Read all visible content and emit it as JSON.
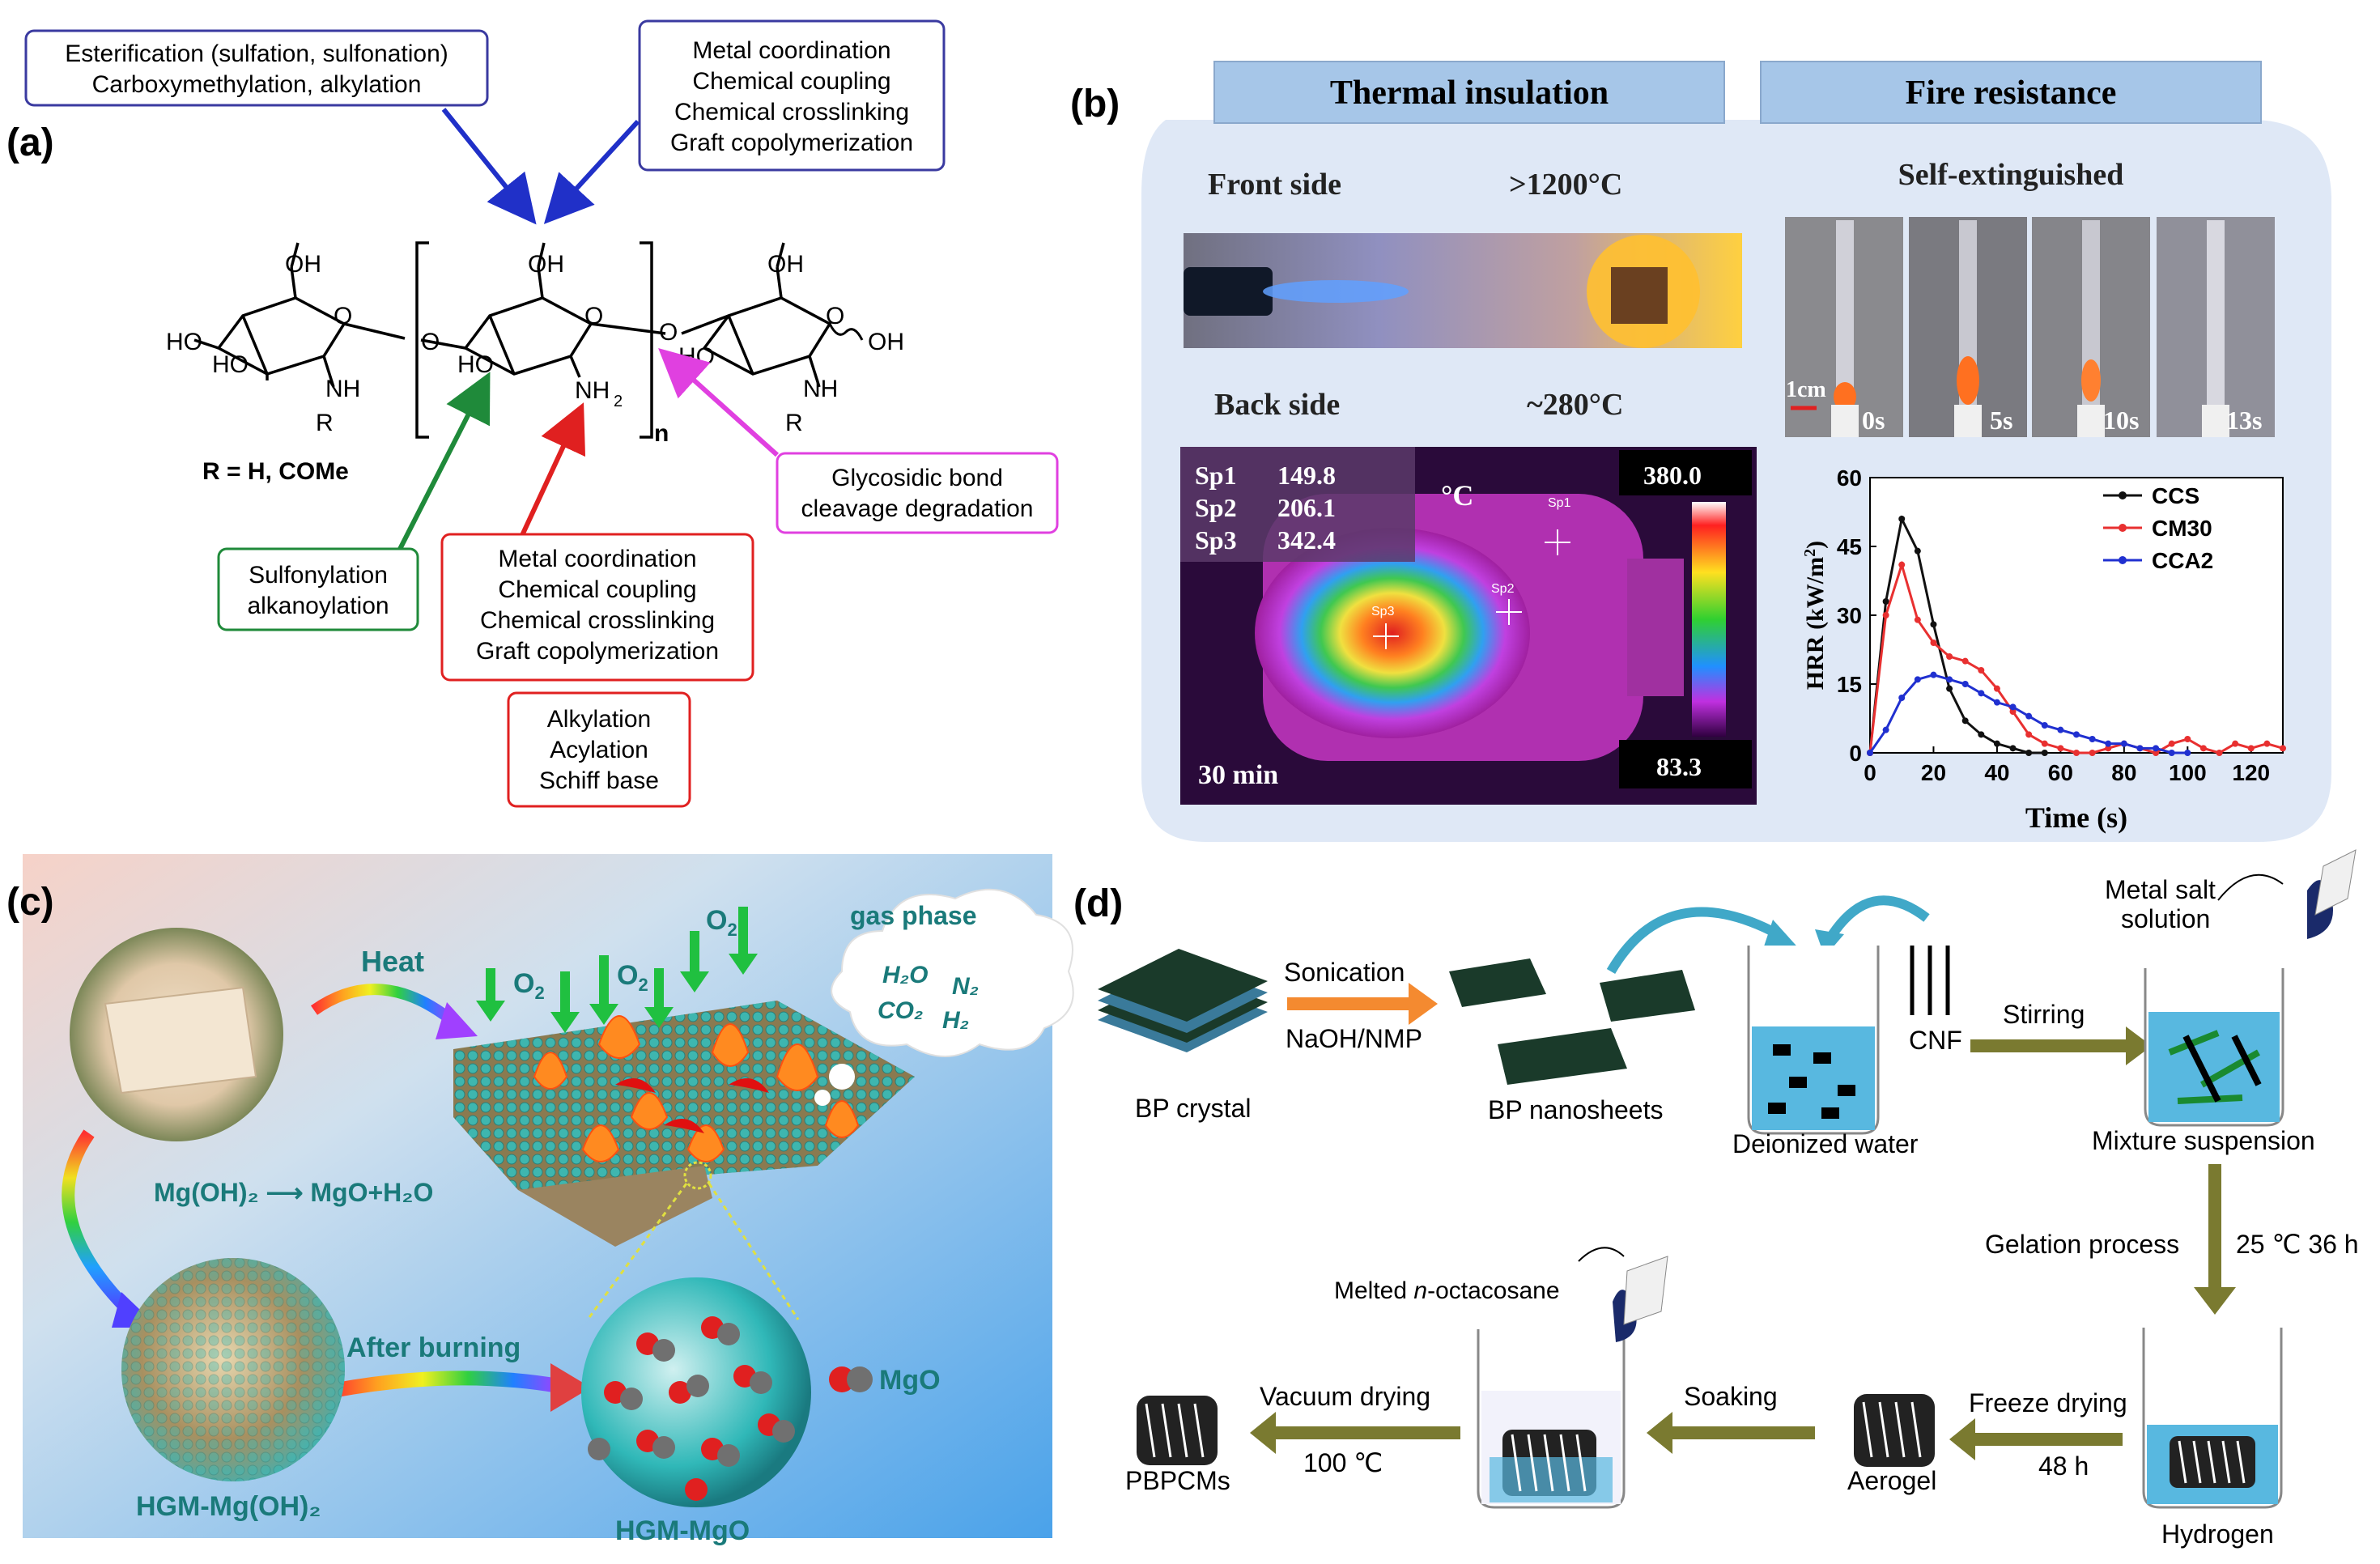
{
  "panel_a": {
    "label": "(a)",
    "box_top_left": [
      "Esterification (sulfation, sulfonation)",
      "Carboxymethylation, alkylation"
    ],
    "box_top_right": [
      "Metal coordination",
      "Chemical coupling",
      "Chemical crosslinking",
      "Graft copolymerization"
    ],
    "box_green": [
      "Sulfonylation",
      "alkanoylation"
    ],
    "box_red": [
      "Metal coordination",
      "Chemical coupling",
      "Chemical crosslinking",
      "Graft copolymerization"
    ],
    "box_red2": [
      "Alkylation",
      "Acylation",
      "Schiff base"
    ],
    "box_magenta": [
      "Glycosidic bond",
      "cleavage degradation"
    ],
    "r_group": "R = H, COMe",
    "repeat_n": "n",
    "atoms": {
      "oh": "OH",
      "ho": "HO",
      "nh": "NH",
      "nh2": "NH",
      "nh2_sub": "2",
      "o": "O",
      "r": "R"
    },
    "colors": {
      "blue": "#2030c8",
      "green": "#1f8a3a",
      "red": "#e02020",
      "magenta": "#e040e0",
      "box_blue": "#3a3aa0"
    }
  },
  "panel_b": {
    "label": "(b)",
    "header_left": "Thermal insulation",
    "header_right": "Fire resistance",
    "front_side": "Front side",
    "front_temp": ">1200°C",
    "back_side": "Back side",
    "back_temp": "~280°C",
    "self_ext": "Self-extinguished",
    "thermal": {
      "sp_labels": [
        "Sp1",
        "Sp2",
        "Sp3"
      ],
      "sp_values": [
        "149.8",
        "206.1",
        "342.4"
      ],
      "unit": "°C",
      "max": "380.0",
      "min": "83.3",
      "time": "30 min",
      "marker_labels": [
        "Sp1",
        "Sp2",
        "Sp3"
      ]
    },
    "photos": {
      "scale": "1cm",
      "times": [
        "0s",
        "5s",
        "10s",
        "13s"
      ]
    },
    "chart_data": {
      "type": "line",
      "xlabel": "Time (s)",
      "ylabel": "HRR (kW/m",
      "ylabel_sup": "2",
      "ylabel_close": ")",
      "xlim": [
        0,
        130
      ],
      "ylim": [
        0,
        60
      ],
      "xticks": [
        0,
        20,
        40,
        60,
        80,
        100,
        120
      ],
      "yticks": [
        0,
        15,
        30,
        45,
        60
      ],
      "legend_position": "top-right",
      "series": [
        {
          "name": "CCS",
          "color": "#111111",
          "x": [
            0,
            5,
            10,
            15,
            20,
            25,
            30,
            35,
            40,
            45,
            50,
            55
          ],
          "y": [
            0,
            33,
            51,
            44,
            28,
            14,
            7,
            4,
            2,
            1,
            0,
            0
          ]
        },
        {
          "name": "CM30",
          "color": "#e83030",
          "x": [
            0,
            5,
            10,
            15,
            20,
            25,
            30,
            35,
            40,
            45,
            50,
            55,
            60,
            65,
            70,
            75,
            80,
            85,
            90,
            95,
            100,
            105,
            110,
            115,
            120,
            125,
            130
          ],
          "y": [
            0,
            30,
            41,
            29,
            24,
            21,
            20,
            18,
            14,
            9,
            4,
            2,
            1,
            0,
            0,
            1,
            2,
            1,
            0,
            2,
            3,
            1,
            0,
            2,
            1,
            2,
            1
          ]
        },
        {
          "name": "CCA2",
          "color": "#2030d0",
          "x": [
            0,
            5,
            10,
            15,
            20,
            25,
            30,
            35,
            40,
            45,
            50,
            55,
            60,
            65,
            70,
            75,
            80,
            85,
            90,
            95,
            100
          ],
          "y": [
            0,
            5,
            12,
            16,
            17,
            16,
            15,
            13,
            11,
            10,
            8,
            6,
            5,
            4,
            3,
            2,
            2,
            1,
            1,
            0,
            0
          ]
        }
      ]
    }
  },
  "panel_c": {
    "label": "(c)",
    "heat": "Heat",
    "o2": "O",
    "o2_sub": "2",
    "gas_phase": "gas phase",
    "gas_h2o": "H₂O",
    "gas_n2": "N₂",
    "gas_co2": "CO₂",
    "gas_h2": "H₂",
    "reaction": "Mg(OH)₂ ⟶ MgO+H₂O",
    "after_burning": "After burning",
    "hgm_mgoh2": "HGM-Mg(OH)₂",
    "hgm_mgo": "HGM-MgO",
    "mgo": "MgO"
  },
  "panel_d": {
    "label": "(d)",
    "bp_crystal": "BP crystal",
    "sonication": "Sonication",
    "naoh_nmp": "NaOH/NMP",
    "bp_nanosheets": "BP nanosheets",
    "deionized_water": "Deionized water",
    "cnf": "CNF",
    "stirring": "Stirring",
    "metal_salt": [
      "Metal salt",
      "solution"
    ],
    "mixture": "Mixture suspension",
    "gelation": "Gelation process",
    "gel_cond": "25 ℃ 36 h",
    "melted": "Melted ",
    "melted_italic": "n",
    "melted_rest": "-octacosane",
    "vacuum": "Vacuum drying",
    "vac_temp": "100 ℃",
    "soaking": "Soaking",
    "freeze": "Freeze drying",
    "freeze_time": "48 h",
    "pbpcms": "PBPCMs",
    "aerogel": "Aerogel",
    "hydrogen": "Hydrogen"
  }
}
